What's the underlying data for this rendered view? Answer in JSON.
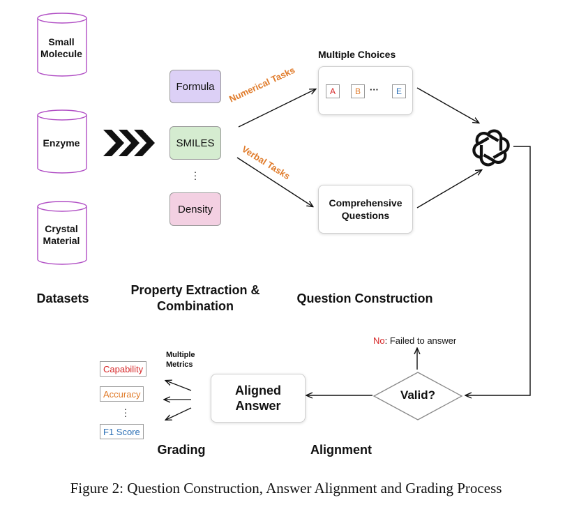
{
  "datasets": [
    {
      "id": "small-molecule",
      "label": "Small Molecule"
    },
    {
      "id": "enzyme",
      "label": "Enzyme"
    },
    {
      "id": "crystal-material",
      "label": "Crystal Material"
    }
  ],
  "properties": [
    {
      "label": "Formula",
      "color": "#dcd0f6"
    },
    {
      "label": "SMILES",
      "color": "#d5ecd0"
    },
    {
      "label": "Density",
      "color": "#f3d0e2"
    }
  ],
  "tasks": {
    "numerical": "Numerical Tasks",
    "verbal": "Verbal Tasks"
  },
  "multiple_choices": {
    "title": "Multiple Choices",
    "options": [
      "A",
      "B",
      "E"
    ],
    "ellipsis": "···"
  },
  "comprehensive": "Comprehensive Questions",
  "sections": {
    "datasets": "Datasets",
    "property": "Property Extraction & Combination",
    "question": "Question Construction",
    "grading": "Grading",
    "alignment": "Alignment"
  },
  "validation": {
    "label": "Valid?",
    "no_prefix": "No",
    "no_text": ": Failed to answer"
  },
  "aligned_answer": "Aligned Answer",
  "multiple_metrics": "Multiple Metrics",
  "metrics": [
    {
      "label": "Capability",
      "color": "#d62728"
    },
    {
      "label": "Accuracy",
      "color": "#e07b2a"
    },
    {
      "label": "F1 Score",
      "color": "#2b6fb5"
    }
  ],
  "caption": "Figure 2: Question Construction, Answer Alignment and Grading Process",
  "colors": {
    "task_orange": "#e07b2a",
    "no_red": "#d62728"
  },
  "icon": "openai-logo-icon"
}
